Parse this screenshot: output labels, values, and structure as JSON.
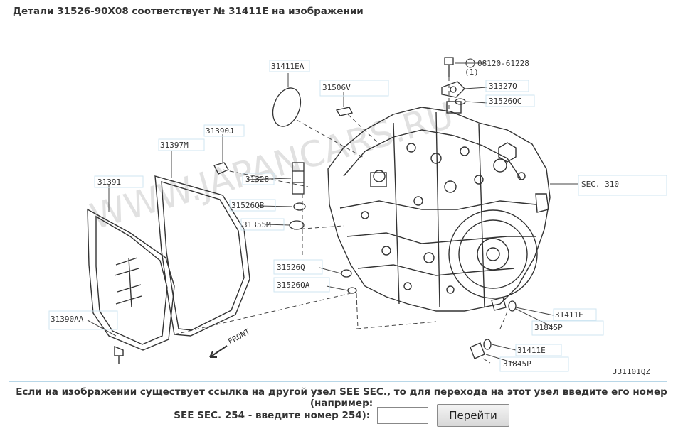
{
  "title": "Детали 31526-90X08 соответствует № 31411E на изображении",
  "diagram": {
    "code": "J31101QZ",
    "watermark": "WWW.JAPANCARS.RU",
    "front_label": "FRONT",
    "parts": {
      "p31411EA": "31411EA",
      "p31506V": "31506V",
      "p08120": "08120-61228",
      "p08120_qty": "(1)",
      "p31327Q": "31327Q",
      "p31526QC": "31526QC",
      "p31390J": "31390J",
      "p31397M": "31397M",
      "p31328": "31328",
      "p31391": "31391",
      "p31526QB": "31526QB",
      "p31355M": "31355M",
      "p31526Q": "31526Q",
      "p31526QA": "31526QA",
      "p31390AA": "31390AA",
      "sec310": "SEC. 310",
      "p31411E_1": "31411E",
      "p31845P_1": "31845P",
      "p31411E_2": "31411E",
      "p31845P_2": "31845P"
    }
  },
  "instruction": {
    "line1": "Если на изображении существует ссылка на другой узел SEE SEC., то для перехода на этот узел введите его номер (например:",
    "line2": "SEE SEC. 254 - введите номер 254):"
  },
  "form": {
    "input_value": "",
    "button_label": "Перейти"
  }
}
